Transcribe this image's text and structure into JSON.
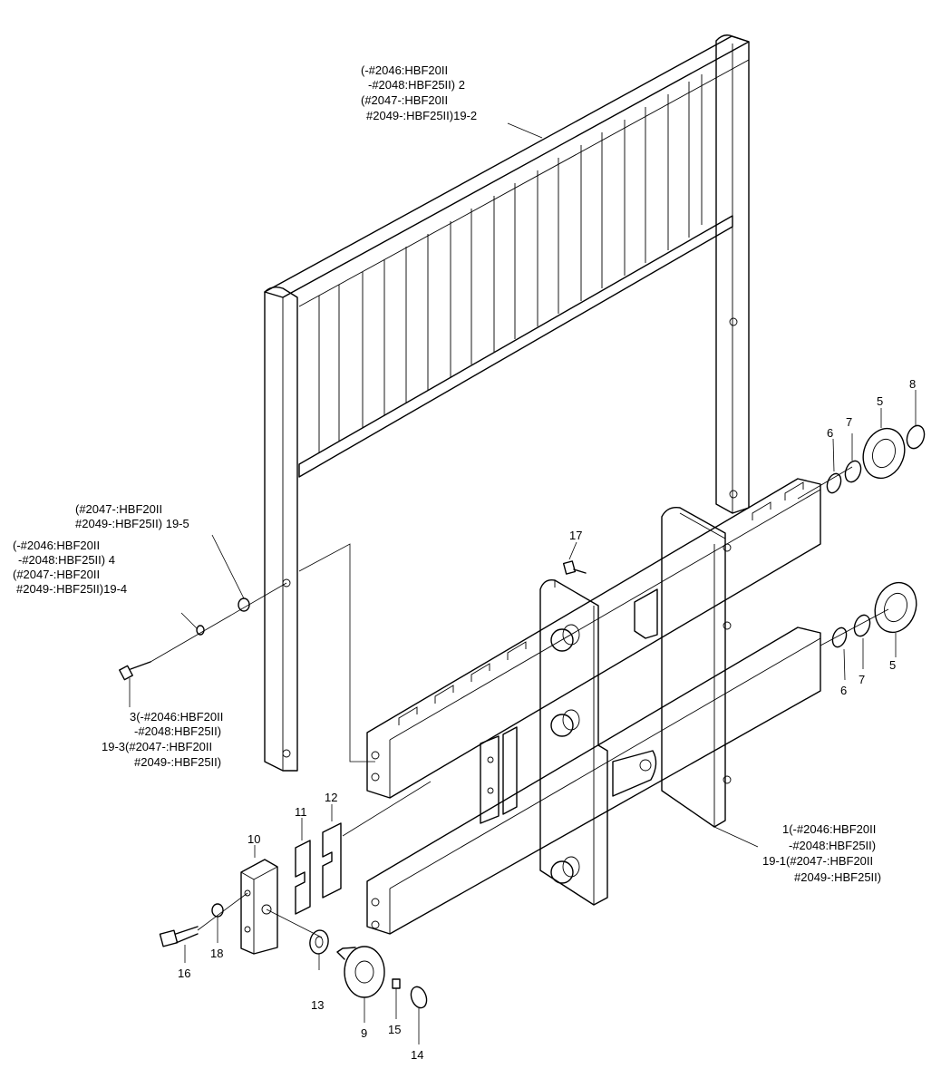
{
  "callouts": {
    "backrest_lines": [
      "(-#2046:HBF20II",
      "-#2048:HBF25II) 2",
      "(#2047-:HBF20II",
      "#2049-:HBF25II)19-2"
    ],
    "washer195_lines": [
      "(#2047-:HBF20II",
      "#2049-:HBF25II) 19-5"
    ],
    "washer4_lines": [
      "(-#2046:HBF20II",
      "-#2048:HBF25II) 4",
      "(#2047-:HBF20II",
      "#2049-:HBF25II)19-4"
    ],
    "bolt3_lines": [
      "3(-#2046:HBF20II",
      "-#2048:HBF25II)",
      "19-3(#2047-:HBF20II",
      "#2049-:HBF25II)"
    ],
    "carriage_lines": [
      "1(-#2046:HBF20II",
      "-#2048:HBF25II)",
      "19-1(#2047-:HBF20II",
      "#2049-:HBF25II)"
    ]
  },
  "numbers": {
    "n5a": "5",
    "n5b": "5",
    "n6a": "6",
    "n6b": "6",
    "n7a": "7",
    "n7b": "7",
    "n8": "8",
    "n9": "9",
    "n10": "10",
    "n11": "11",
    "n12": "12",
    "n13": "13",
    "n14": "14",
    "n15": "15",
    "n16": "16",
    "n17": "17",
    "n18": "18"
  }
}
